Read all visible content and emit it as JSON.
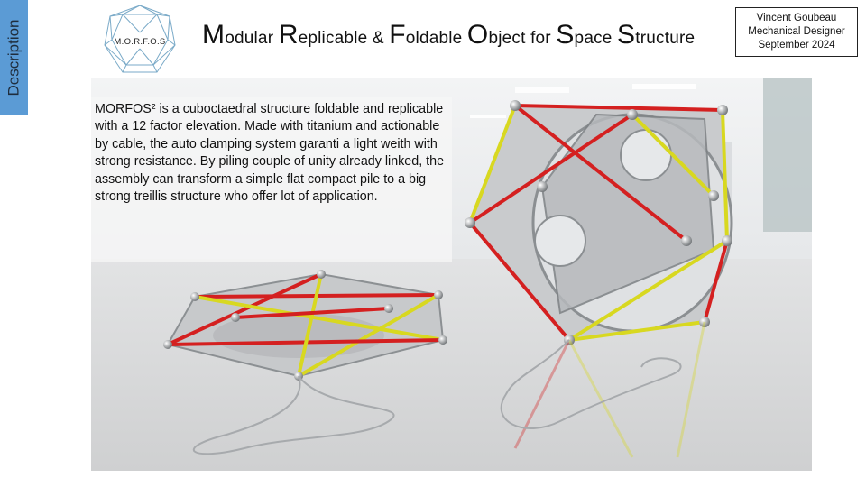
{
  "side_tab": {
    "label": "Description"
  },
  "logo": {
    "text": "M.O.R.F.O.S"
  },
  "title": {
    "parts": [
      {
        "cap": "M",
        "rest": "odular "
      },
      {
        "cap": "R",
        "rest": "eplicable & "
      },
      {
        "cap": "F",
        "rest": "oldable "
      },
      {
        "cap": "O",
        "rest": "bject for "
      },
      {
        "cap": "S",
        "rest": "pace "
      },
      {
        "cap": "S",
        "rest": "tructure"
      }
    ]
  },
  "author": {
    "name": "Vincent Goubeau",
    "role": "Mechanical Designer",
    "date": "September  2024"
  },
  "description": {
    "text": "MORFOS² is a cuboctaedral structure foldable and replicable with a 12 factor elevation. Made  with titanium and actionable by cable, the auto clamping system garanti a light weith with strong resistance. By piling couple of unity already linked, the assembly can transform a simple flat compact pile to a big strong treillis structure who offer lot of application."
  },
  "colors": {
    "tab": "#5b9bd5",
    "strut_red": "#d42020",
    "strut_yellow": "#d8d820",
    "logo_stroke": "#7aaac8"
  }
}
